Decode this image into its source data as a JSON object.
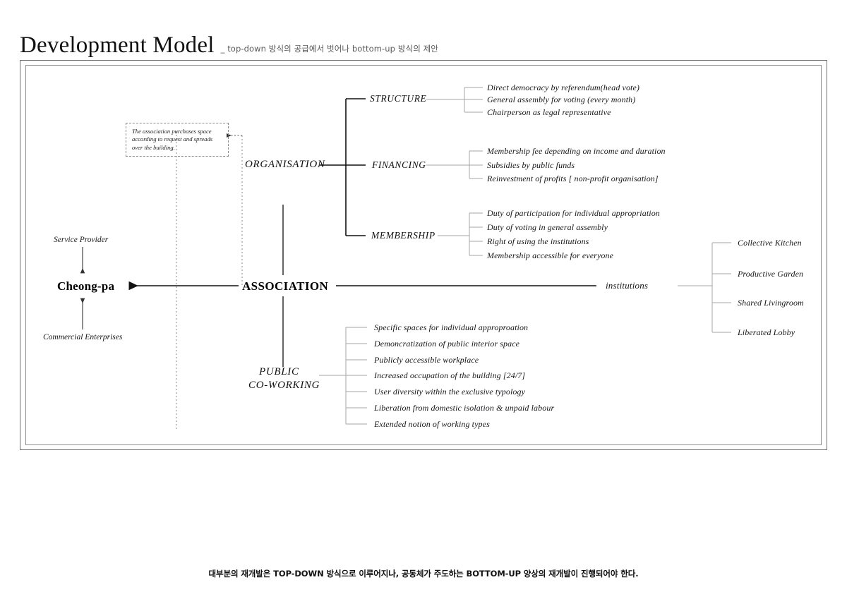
{
  "header": {
    "title": "Development Model",
    "subtitle": "_ top-down 방식의 공급에서 벗어나 bottom-up 방식의 제안"
  },
  "note": {
    "text": "The association purchases space according to request and spreads over the building."
  },
  "center": {
    "association": "ASSOCIATION",
    "cheongpa": "Cheong-pa",
    "service_provider": "Service Provider",
    "commercial_enterprises": "Commercial Enterprises",
    "institutions_label": "institutions"
  },
  "branches": {
    "organisation": {
      "label": "ORGANISATION",
      "groups": [
        {
          "label": "STRUCTURE",
          "items": [
            "Direct democracy by referendum(head vote)",
            "General assembly for voting (every month)",
            "Chairperson as legal representative"
          ]
        },
        {
          "label": "FINANCING",
          "items": [
            "Membership fee depending on income and duration",
            "Subsidies by public funds",
            "Reinvestment of profits [ non-profit organisation]"
          ]
        },
        {
          "label": "MEMBERSHIP",
          "items": [
            "Duty of participation for individual appropriation",
            "Duty of voting in general assembly",
            "Right of using the institutions",
            "Membership accessible for everyone"
          ]
        }
      ]
    },
    "public_coworking": {
      "label_line1": "PUBLIC",
      "label_line2": "CO-WORKING",
      "items": [
        "Specific spaces for individual approproation",
        "Demoncratization of public interior space",
        "Publicly accessible workplace",
        "Increased occupation of the building [24/7]",
        "User diversity within the exclusive typology",
        "Liberation from domestic isolation & unpaid labour",
        "Extended notion of working types"
      ]
    },
    "institutions": {
      "items": [
        "Collective Kitchen",
        "Productive Garden",
        "Shared Livingroom",
        "Liberated Lobby"
      ]
    }
  },
  "caption": {
    "text": "대부분의 재개발은 TOP-DOWN 방식으로 이루어지나, 공동체가 주도하는 BOTTOM-UP 양상의 재개발이 진행되어야 한다."
  },
  "colors": {
    "ink": "#111111",
    "frame_outer": "#6e6e6e",
    "frame_inner": "#8f8f8f",
    "thin_line": "#9a9a9a",
    "dashed": "#8a8a8a"
  }
}
